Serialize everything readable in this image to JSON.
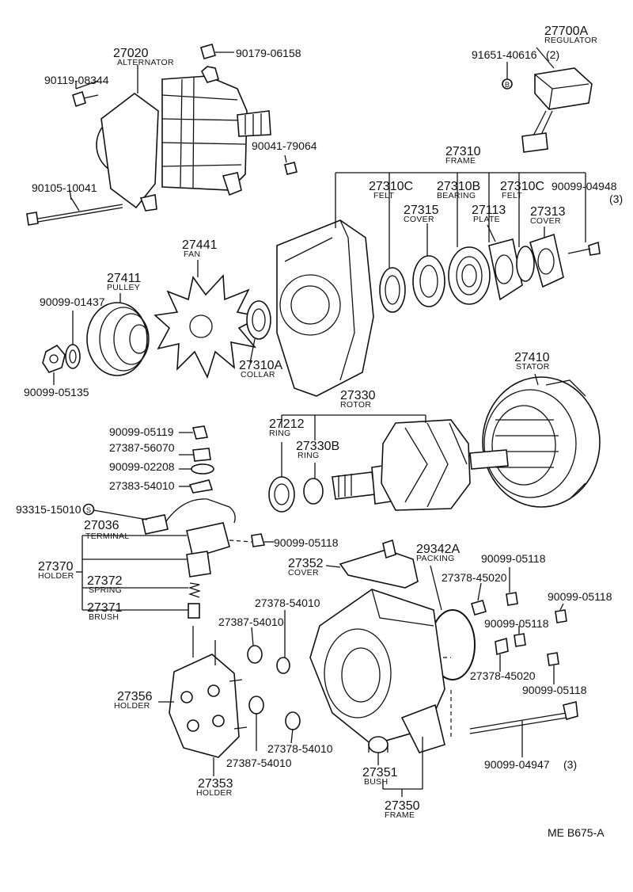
{
  "diagram_ref": "ME B675-A",
  "parts": {
    "p27020": {
      "number": "27020",
      "name": "ALTERNATOR"
    },
    "p90179_06158": {
      "number": "90179-06158"
    },
    "p90119_08344": {
      "number": "90119-08344"
    },
    "p90041_79064": {
      "number": "90041-79064"
    },
    "p90105_10041": {
      "number": "90105-10041"
    },
    "p27700A": {
      "number": "27700A",
      "name": "REGULATOR",
      "qty": "(2)"
    },
    "p91651_40616": {
      "number": "91651-40616",
      "marker": "B"
    },
    "p27310": {
      "number": "27310",
      "name": "FRAME"
    },
    "p27310C_1": {
      "number": "27310C",
      "name": "FELT"
    },
    "p27310B": {
      "number": "27310B",
      "name": "BEARING"
    },
    "p27310C_2": {
      "number": "27310C",
      "name": "FELT"
    },
    "p90099_04948": {
      "number": "90099-04948",
      "qty": "(3)"
    },
    "p27315": {
      "number": "27315",
      "name": "COVER"
    },
    "p27113": {
      "number": "27113",
      "name": "PLATE"
    },
    "p27313": {
      "number": "27313",
      "name": "COVER"
    },
    "p27441": {
      "number": "27441",
      "name": "FAN"
    },
    "p27411": {
      "number": "27411",
      "name": "PULLEY"
    },
    "p90099_01437": {
      "number": "90099-01437"
    },
    "p90099_05135": {
      "number": "90099-05135"
    },
    "p27310A": {
      "number": "27310A",
      "name": "COLLAR"
    },
    "p27410": {
      "number": "27410",
      "name": "STATOR"
    },
    "p27330": {
      "number": "27330",
      "name": "ROTOR"
    },
    "p27212": {
      "number": "27212",
      "name": "RING"
    },
    "p27330B": {
      "number": "27330B",
      "name": "RING"
    },
    "p90099_05119": {
      "number": "90099-05119"
    },
    "p27387_56070": {
      "number": "27387-56070"
    },
    "p90099_02208": {
      "number": "90099-02208"
    },
    "p27383_54010": {
      "number": "27383-54010"
    },
    "p93315_15010": {
      "number": "93315-15010",
      "marker": "S"
    },
    "p27036": {
      "number": "27036",
      "name": "TERMINAL"
    },
    "p90099_05118_a": {
      "number": "90099-05118"
    },
    "p27370": {
      "number": "27370",
      "name": "HOLDER"
    },
    "p27372": {
      "number": "27372",
      "name": "SPRING"
    },
    "p27371": {
      "number": "27371",
      "name": "BRUSH"
    },
    "p27352": {
      "number": "27352",
      "name": "COVER"
    },
    "p29342A": {
      "number": "29342A",
      "name": "PACKING"
    },
    "p90099_05118_b": {
      "number": "90099-05118"
    },
    "p27378_45020_a": {
      "number": "27378-45020"
    },
    "p90099_05118_c": {
      "number": "90099-05118"
    },
    "p90099_05118_d": {
      "number": "90099-05118"
    },
    "p27378_45020_b": {
      "number": "27378-45020"
    },
    "p90099_05118_e": {
      "number": "90099-05118"
    },
    "p27378_54010_a": {
      "number": "27378-54010"
    },
    "p27387_54010_a": {
      "number": "27387-54010"
    },
    "p27356": {
      "number": "27356",
      "name": "HOLDER"
    },
    "p27378_54010_b": {
      "number": "27378-54010"
    },
    "p27387_54010_b": {
      "number": "27387-54010"
    },
    "p27353": {
      "number": "27353",
      "name": "HOLDER"
    },
    "p27351": {
      "number": "27351",
      "name": "BUSH"
    },
    "p27350": {
      "number": "27350",
      "name": "FRAME"
    },
    "p90099_04947": {
      "number": "90099-04947",
      "qty": "(3)"
    }
  }
}
